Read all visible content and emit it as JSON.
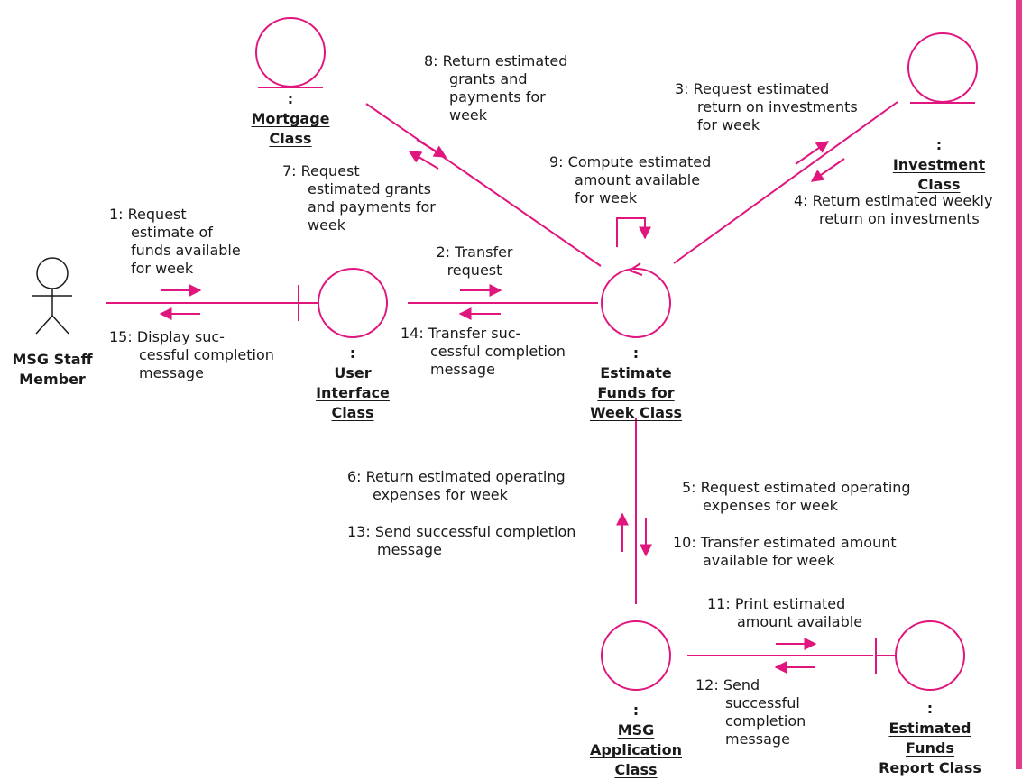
{
  "colors": {
    "line": "#e0157e",
    "text": "#1a1a1a",
    "side_bar": "#e23d8d"
  },
  "actor": {
    "label_lines": [
      "MSG Staff",
      "Member"
    ]
  },
  "objects": {
    "mortgage": [
      "Mortgage",
      "Class"
    ],
    "investment": [
      "Investment",
      "Class"
    ],
    "user_interface": [
      "User",
      "Interface",
      "Class"
    ],
    "estimate_funds": [
      "Estimate",
      "Funds for",
      "Week Class"
    ],
    "msg_application": [
      "MSG",
      "Application",
      "Class"
    ],
    "report": [
      "Estimated",
      "Funds",
      "Report Class"
    ]
  },
  "messages": {
    "m1": [
      "1: Request",
      "estimate of",
      "funds available",
      "for week"
    ],
    "m2": [
      "2: Transfer",
      "request"
    ],
    "m3": [
      "3: Request estimated",
      "return on investments",
      "for week"
    ],
    "m4": [
      "4: Return estimated weekly",
      "return on investments"
    ],
    "m5": [
      "5: Request estimated operating",
      "expenses for week"
    ],
    "m6": [
      "6: Return estimated operating",
      "expenses for week"
    ],
    "m7": [
      "7: Request",
      "estimated grants",
      "and payments for",
      "week"
    ],
    "m8": [
      "8: Return estimated",
      "grants and",
      "payments for",
      "week"
    ],
    "m9": [
      "9: Compute estimated",
      "amount available",
      "for week"
    ],
    "m10": [
      "10: Transfer estimated amount",
      "available for week"
    ],
    "m11": [
      "11: Print estimated",
      "amount available"
    ],
    "m12": [
      "12: Send",
      "successful",
      "completion",
      "message"
    ],
    "m13": [
      "13: Send successful completion",
      "message"
    ],
    "m14": [
      "14: Transfer suc-",
      "cessful completion",
      "message"
    ],
    "m15": [
      "15: Display suc-",
      "cessful completion",
      "message"
    ]
  }
}
